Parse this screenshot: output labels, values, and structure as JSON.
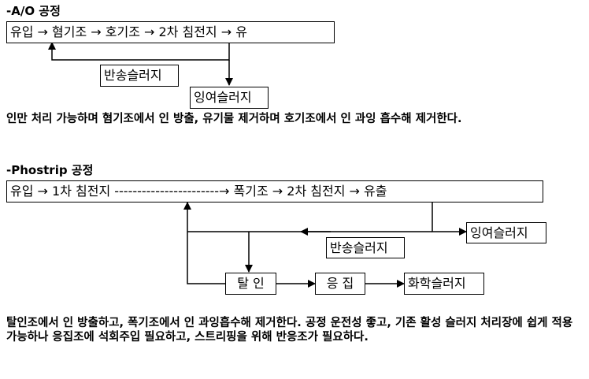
{
  "ao": {
    "title": "-A/O 공정",
    "flow": "유입 → 혐기조 → 호기조 → 2차 침전지 → 유",
    "return_sludge": "반송슬러지",
    "excess_sludge": "잉여슬러지",
    "description": "인만 처리 가능하며 혐기조에서 인 방출, 유기물 제거하며 호기조에서 인 과잉 흡수해 제거한다."
  },
  "phostrip": {
    "title": "-Phostrip 공정",
    "flow": "유입 → 1차 침전지 -----------------------→ 폭기조 → 2차 침전지 → 유출",
    "excess_sludge": "잉여슬러지",
    "return_sludge": "반송슬러지",
    "stripper": "탈 인",
    "coagulation": "응 집",
    "chemical_sludge": "화학슬러지",
    "description": "탈인조에서 인 방출하고, 폭기조에서 인 과잉흡수해 제거한다. 공정 운전성 좋고, 기존 활성 슬러지 처리장에 쉽게 적용 가능하나 응집조에 석회주입 필요하고, 스트리핑을 위해 반응조가 필요하다."
  }
}
